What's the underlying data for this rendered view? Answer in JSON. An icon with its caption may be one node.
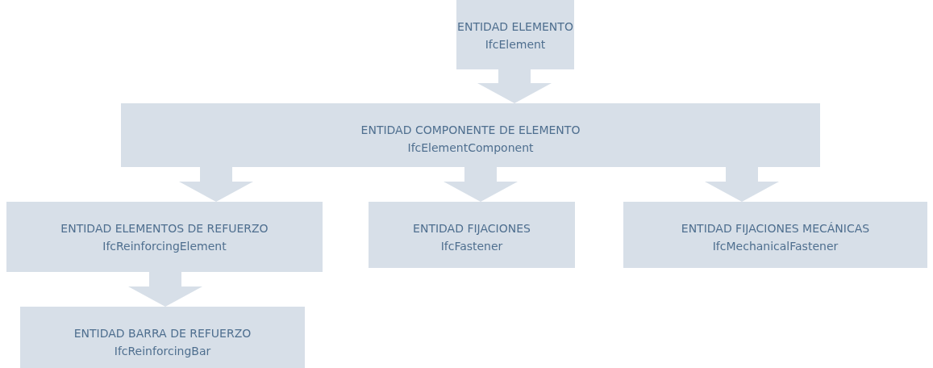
{
  "diagram": {
    "nodes": [
      {
        "text": [
          "ENTIDAD ELEMENTO",
          "IfcElement"
        ]
      },
      {
        "text": [
          "ENTIDAD COMPONENTE DE ELEMENTO",
          "IfcElementComponent"
        ]
      },
      {
        "text": [
          "ENTIDAD ELEMENTOS DE REFUERZO",
          "IfcReinforcingElement"
        ]
      },
      {
        "text": [
          "ENTIDAD FIJACIONES",
          "IfcFastener"
        ]
      },
      {
        "text": [
          "ENTIDAD FIJACIONES MECÁNICAS",
          "IfcMechanicalFastener"
        ]
      },
      {
        "text": [
          "ENTIDAD BARRA DE REFUERZO",
          "IfcReinforcingBar"
        ]
      }
    ],
    "edges": [
      {
        "from": 0,
        "to": 1,
        "arrow": "to"
      },
      {
        "from": 1,
        "to": 2,
        "arrow": "to"
      },
      {
        "from": 1,
        "to": 3,
        "arrow": "to"
      },
      {
        "from": 1,
        "to": 4,
        "arrow": "to"
      },
      {
        "from": 2,
        "to": 5,
        "arrow": "to"
      }
    ]
  }
}
